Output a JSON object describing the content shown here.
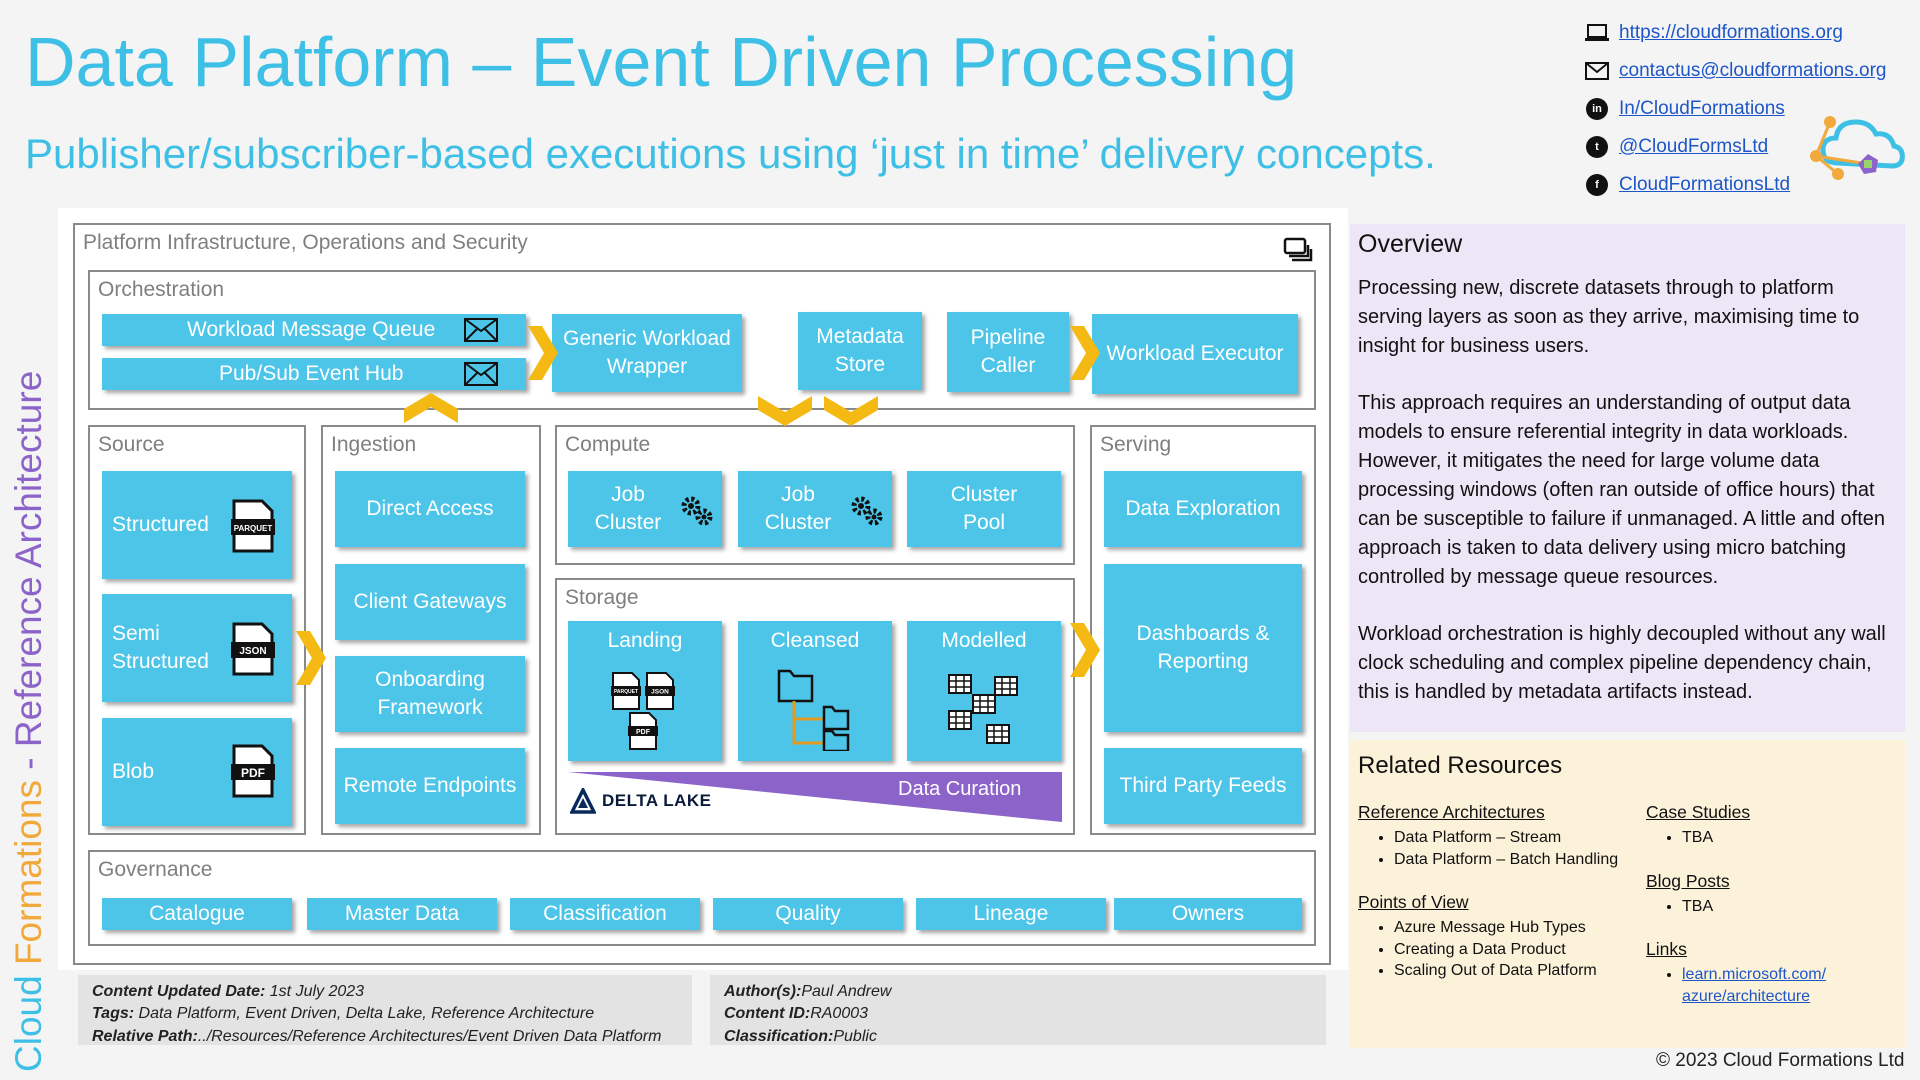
{
  "header": {
    "title": "Data Platform – Event Driven Processing",
    "subtitle": "Publisher/subscriber-based executions using ‘just in time’ delivery concepts."
  },
  "contacts": [
    {
      "icon": "laptop-icon",
      "text": "https://cloudformations.org"
    },
    {
      "icon": "mail-icon",
      "text": "contactus@cloudformations.org"
    },
    {
      "icon": "linkedin-icon",
      "text": "In/CloudFormations"
    },
    {
      "icon": "twitter-icon",
      "text": "@CloudFormsLtd"
    },
    {
      "icon": "facebook-icon",
      "text": "CloudFormationsLtd"
    }
  ],
  "sidebar": {
    "part1": "Cloud ",
    "part2": "Formations",
    "part3": " - ",
    "part4": "Reference Architecture"
  },
  "diagram": {
    "platform_label": "Platform Infrastructure, Operations and Security",
    "orchestration": {
      "label": "Orchestration",
      "message_queue": "Workload Message Queue",
      "event_hub": "Pub/Sub Event Hub",
      "wrapper": "Generic Workload Wrapper",
      "metadata": "Metadata Store",
      "caller": "Pipeline Caller",
      "executor": "Workload Executor"
    },
    "source": {
      "label": "Source",
      "structured": "Structured",
      "semi": "Semi Structured",
      "blob": "Blob",
      "parquet_tag": "PARQUET",
      "json_tag": "JSON",
      "pdf_tag": "PDF"
    },
    "ingestion": {
      "label": "Ingestion",
      "items": [
        "Direct Access",
        "Client Gateways",
        "Onboarding Framework",
        "Remote Endpoints"
      ]
    },
    "compute": {
      "label": "Compute",
      "job1": "Job Cluster",
      "job2": "Job Cluster",
      "pool": "Cluster Pool"
    },
    "storage": {
      "label": "Storage",
      "landing": "Landing",
      "cleansed": "Cleansed",
      "modelled": "Modelled",
      "curation": "Data Curation",
      "delta": "DELTA LAKE"
    },
    "serving": {
      "label": "Serving",
      "items": [
        "Data Exploration",
        "Dashboards & Reporting",
        "Third Party Feeds"
      ]
    },
    "governance": {
      "label": "Governance",
      "items": [
        "Catalogue",
        "Master Data",
        "Classification",
        "Quality",
        "Lineage",
        "Owners"
      ]
    }
  },
  "overview": {
    "title": "Overview",
    "p1": "Processing new, discrete datasets through to platform serving layers as soon as they arrive, maximising time to insight for business users.",
    "p2": "This approach requires an understanding of output data models to ensure referential integrity in data workloads. However, it mitigates the need for large volume data processing windows (often ran outside of office hours) that can be susceptible to failure if unmanaged. A little and often approach is taken to data delivery using micro batching controlled by message queue resources.",
    "p3": "Workload orchestration is highly decoupled without any wall clock scheduling and complex pipeline dependency chain, this is handled by metadata artifacts instead."
  },
  "related": {
    "title": "Related Resources",
    "ref_arch": {
      "heading": "Reference Architectures",
      "items": [
        "Data Platform – Stream",
        "Data Platform – Batch Handling"
      ]
    },
    "pov": {
      "heading": "Points of View",
      "items": [
        "Azure Message Hub Types",
        "Creating a Data Product",
        "Scaling Out of Data Platform"
      ]
    },
    "case": {
      "heading": "Case Studies",
      "items": [
        "TBA"
      ]
    },
    "blog": {
      "heading": "Blog Posts",
      "items": [
        "TBA"
      ]
    },
    "links": {
      "heading": "Links",
      "items": [
        "learn.microsoft.com/ azure/architecture"
      ]
    }
  },
  "meta": {
    "updated_label": "Content Updated Date:",
    "updated_value": "1st July 2023",
    "tags_label": "Tags:",
    "tags_value": "Data Platform, Event Driven, Delta Lake, Reference Architecture",
    "path_label": "Relative Path:",
    "path_value": "../Resources/Reference Architectures/Event Driven Data Platform",
    "author_label": "Author(s):",
    "author_value": "Paul Andrew",
    "id_label": "Content ID:",
    "id_value": "RA0003",
    "class_label": "Classification:",
    "class_value": "Public"
  },
  "copyright": "© 2023 Cloud Formations Ltd",
  "colors": {
    "box": "#4dc5e8",
    "title": "#3ec0e6",
    "arrow": "#f5b914",
    "curation": "#8c63c9"
  }
}
